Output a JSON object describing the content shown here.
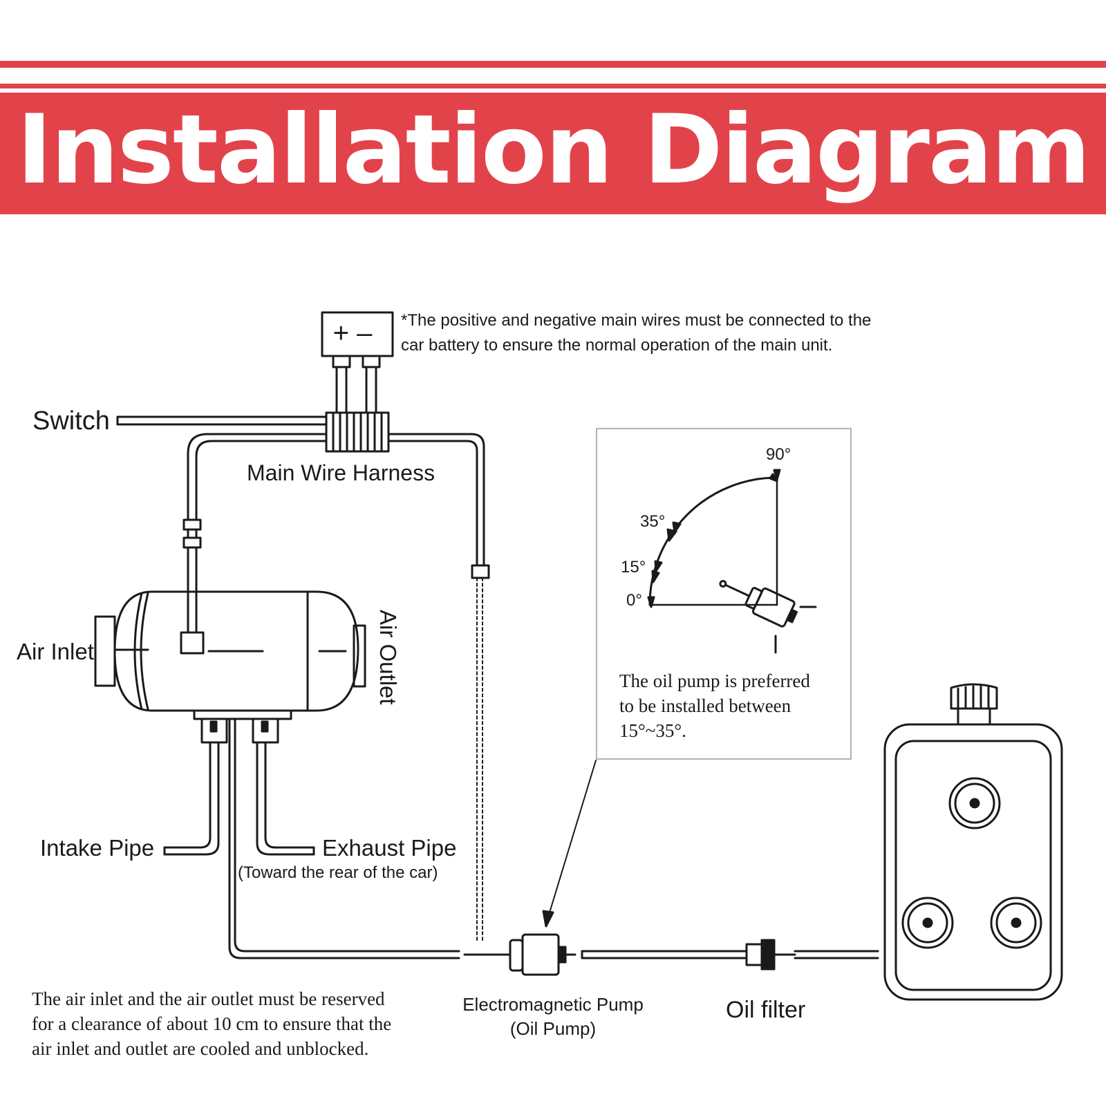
{
  "header": {
    "title": "Installation Diagram",
    "color_red": "#e2434b",
    "color_text": "#ffffff"
  },
  "battery": {
    "symbol": "+ –",
    "note_lines": [
      "*The positive and negative main wires must be connected to the",
      "car battery to ensure the normal operation of the main unit."
    ]
  },
  "labels": {
    "switch": "Switch",
    "main_wire_harness": "Main Wire Harness",
    "air_inlet": "Air Inlet",
    "air_outlet": "Air Outlet",
    "intake_pipe": "Intake Pipe",
    "exhaust_pipe": "Exhaust Pipe",
    "exhaust_note": "(Toward the rear of the car)",
    "pump_line1": "Electromagnetic Pump",
    "pump_line2": "(Oil Pump)",
    "oil_filter": "Oil filter"
  },
  "angle_inset": {
    "angles": [
      "90°",
      "35°",
      "15°",
      "0°"
    ],
    "note_lines": [
      "The oil pump is preferred",
      "to be installed between",
      "15°~35°."
    ]
  },
  "bottom_note_lines": [
    "The air inlet and the air outlet must be reserved",
    "for a clearance of about 10 cm to ensure that the",
    "air inlet and outlet are cooled and unblocked."
  ],
  "icons": [
    "battery-icon",
    "heater-unit-icon",
    "fuel-tank-icon",
    "oil-pump-icon",
    "oil-filter-icon",
    "connector-block-icon"
  ]
}
